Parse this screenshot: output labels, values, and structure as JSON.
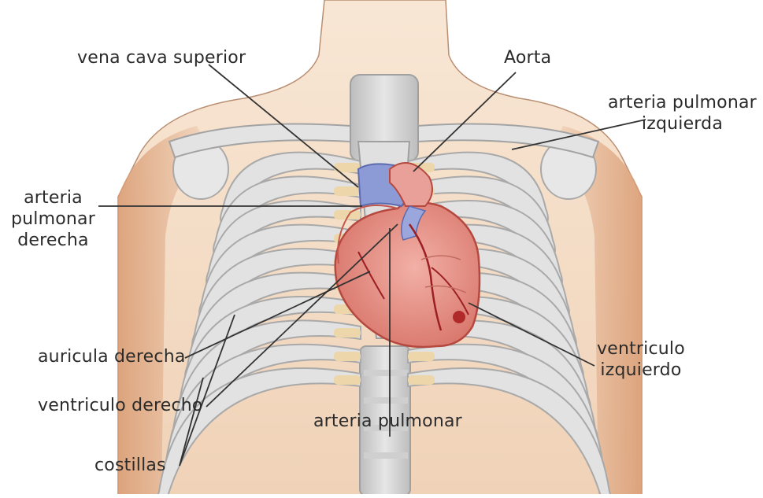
{
  "labels": {
    "vena_cava_superior": "vena cava superior",
    "aorta": "Aorta",
    "arteria_pulmonar_izquierda": [
      "arteria pulmonar",
      "izquierda"
    ],
    "arteria_pulmonar_derecha": [
      "arteria",
      "pulmonar",
      "derecha"
    ],
    "auricula_derecha": "auricula derecha",
    "ventriculo_derecho": "ventriculo derecho",
    "costillas": "costillas",
    "arteria_pulmonar": "arteria pulmonar",
    "ventriculo_izquierdo": [
      "ventriculo",
      "izquierdo"
    ]
  },
  "colors": {
    "bone": "#e2e2e2",
    "bone_outline": "#a9a9a9",
    "cartilage": "#ecd6aa",
    "skin": "#f6e3cf",
    "skin_shadow": "#d9a37e",
    "heart": "#e48f86",
    "heart_outline": "#b5483f",
    "vein_blue": "#8c9ad6",
    "coronary": "#9c1f24",
    "leader_line": "#333333"
  }
}
